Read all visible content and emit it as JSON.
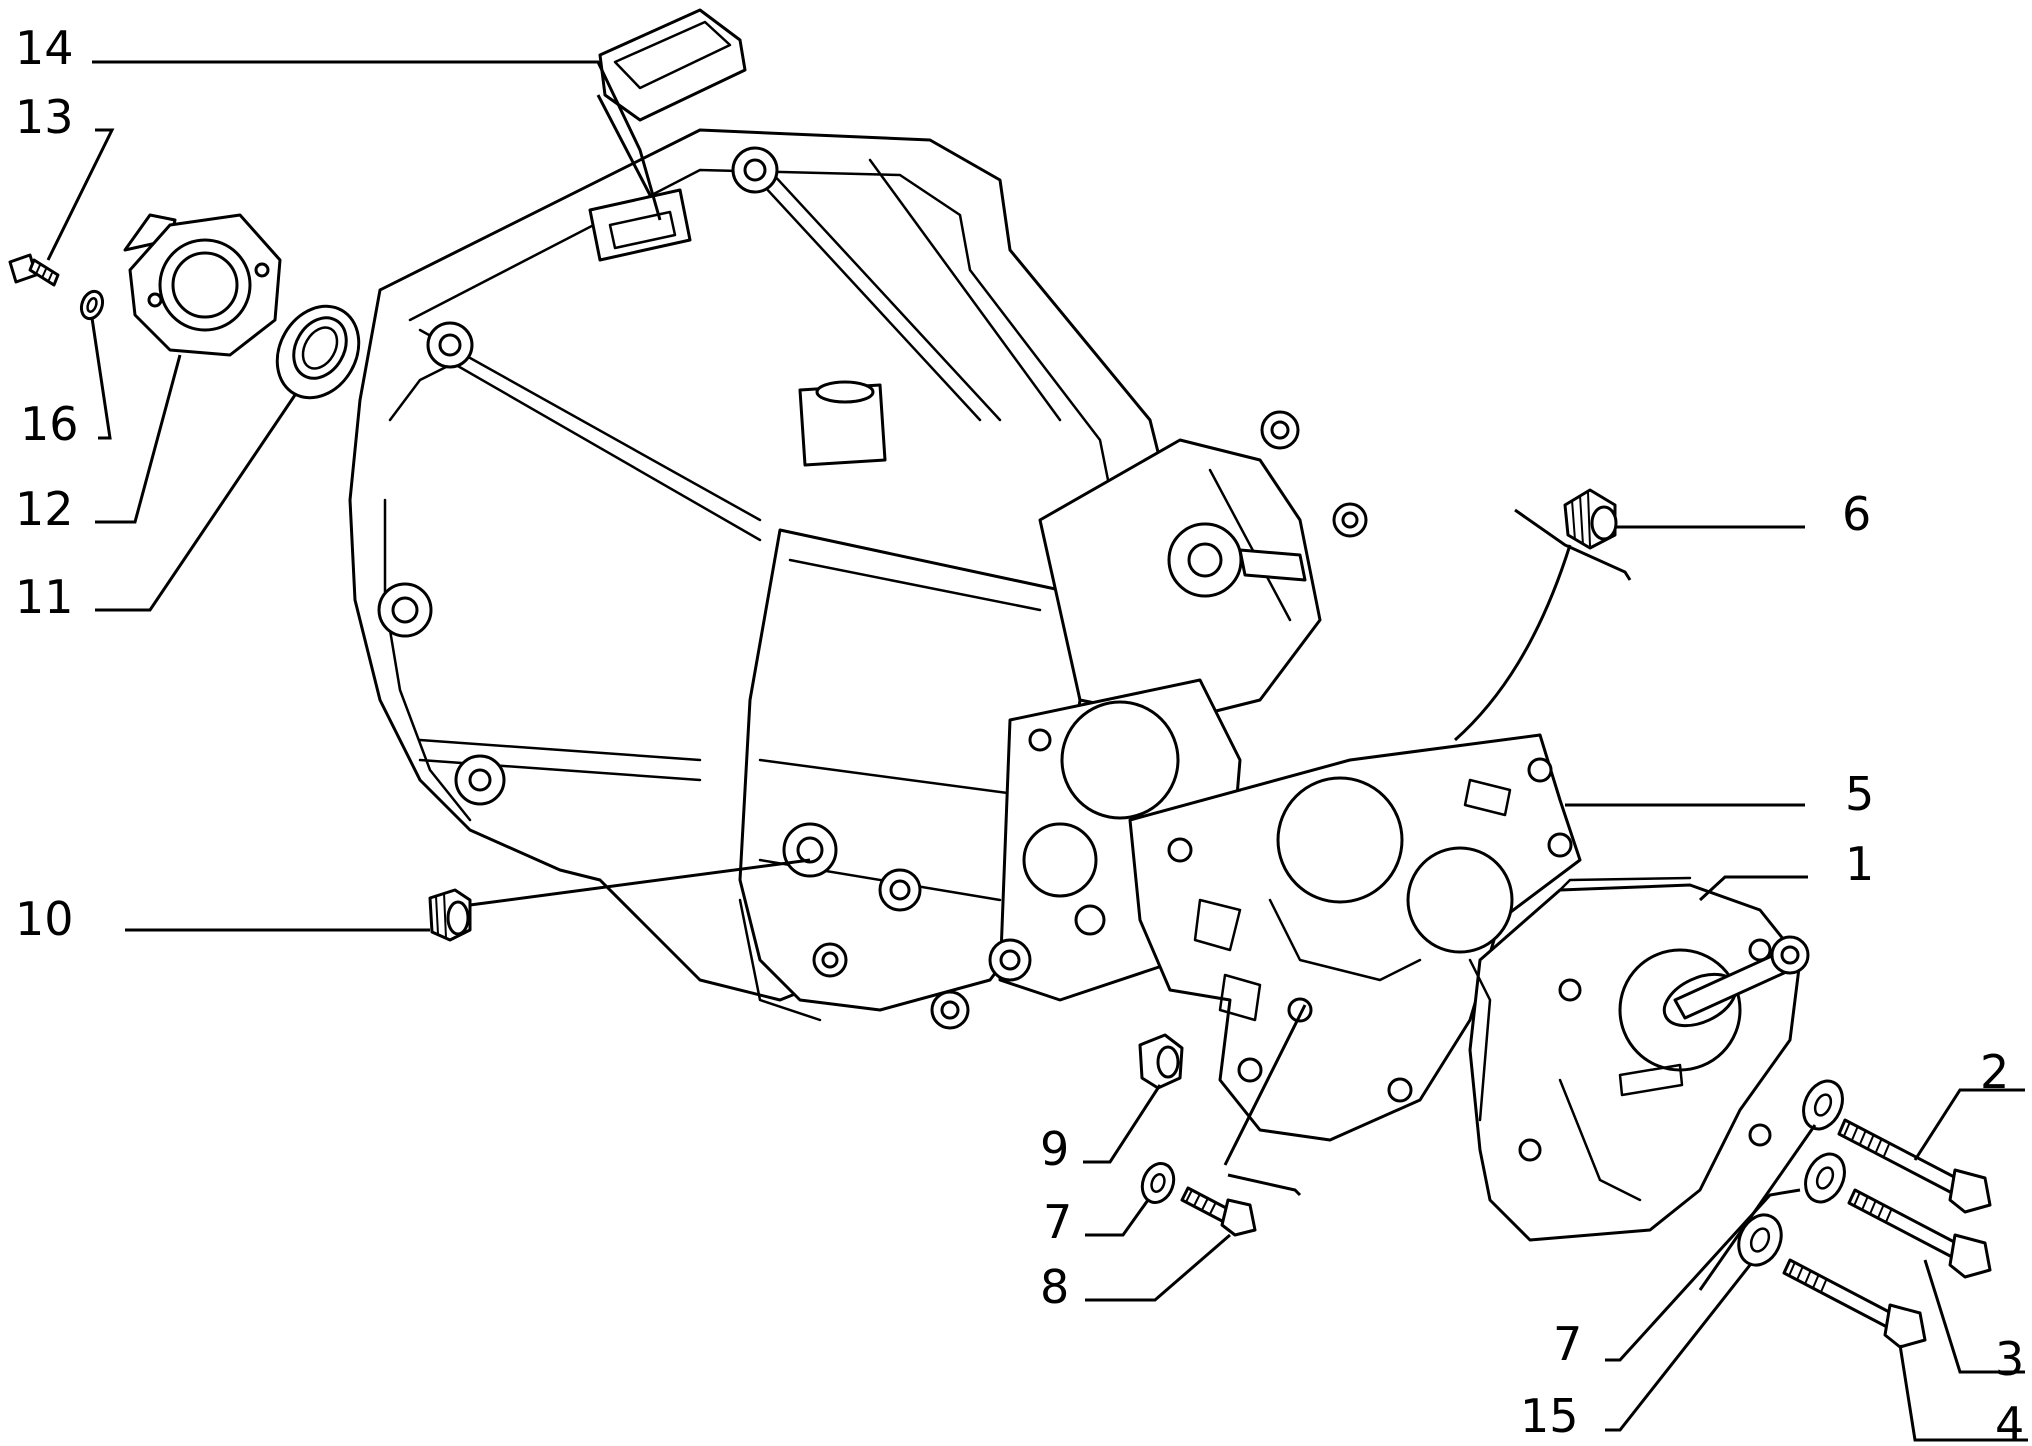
{
  "callouts": {
    "c1": "1",
    "c2": "2",
    "c3": "3",
    "c4": "4",
    "c5": "5",
    "c6": "6",
    "c7a": "7",
    "c7b": "7",
    "c8": "8",
    "c9": "9",
    "c10": "10",
    "c11": "11",
    "c12": "12",
    "c13": "13",
    "c14": "14",
    "c15": "15",
    "c16": "16"
  },
  "parts": [
    {
      "id": "1",
      "name": "rear-cover"
    },
    {
      "id": "2",
      "name": "bolt"
    },
    {
      "id": "3",
      "name": "bolt"
    },
    {
      "id": "4",
      "name": "bolt"
    },
    {
      "id": "5",
      "name": "gasket-plate"
    },
    {
      "id": "6",
      "name": "plug"
    },
    {
      "id": "7",
      "name": "washer"
    },
    {
      "id": "8",
      "name": "bolt"
    },
    {
      "id": "9",
      "name": "plug"
    },
    {
      "id": "10",
      "name": "plug"
    },
    {
      "id": "11",
      "name": "oil-seal"
    },
    {
      "id": "12",
      "name": "bearing-guide-sleeve"
    },
    {
      "id": "13",
      "name": "bolt"
    },
    {
      "id": "14",
      "name": "cap"
    },
    {
      "id": "15",
      "name": "washer"
    },
    {
      "id": "16",
      "name": "washer"
    }
  ]
}
